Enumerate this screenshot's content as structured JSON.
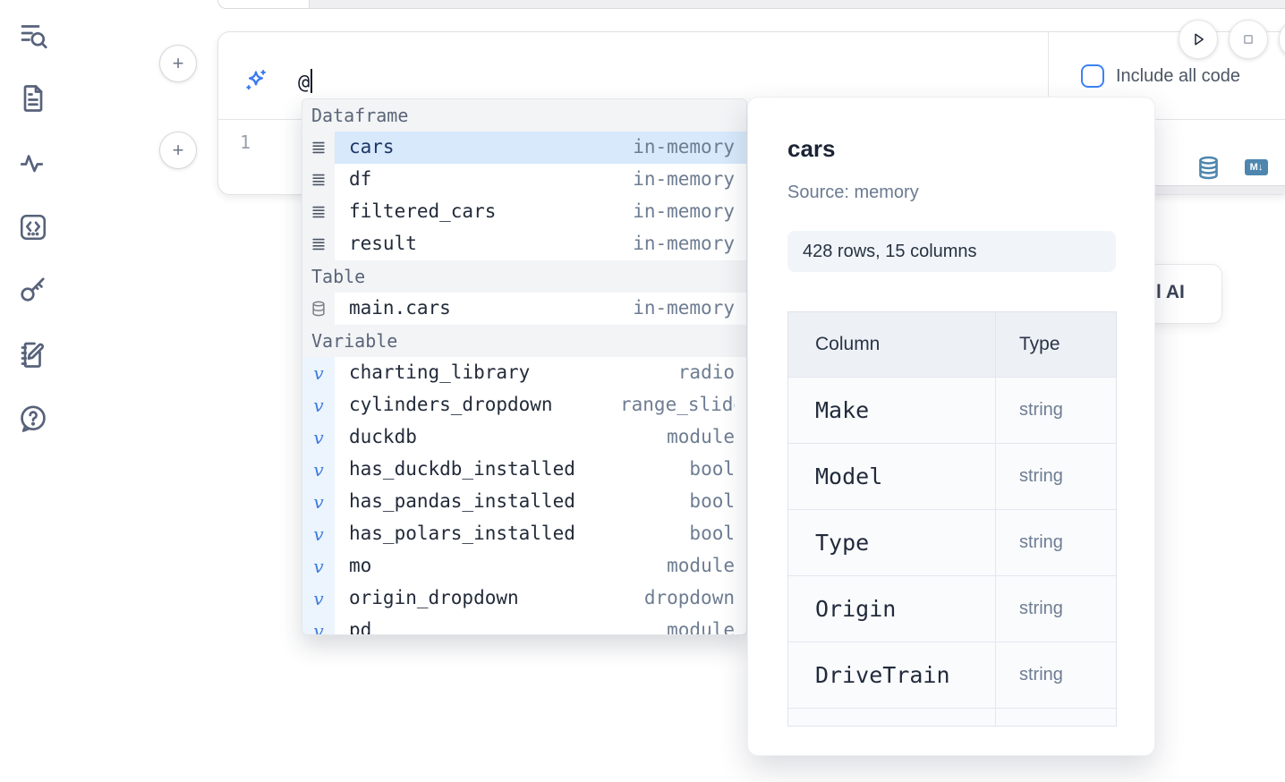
{
  "sidebar": {
    "icons": [
      {
        "name": "list-search-icon"
      },
      {
        "name": "document-icon"
      },
      {
        "name": "activity-icon"
      },
      {
        "name": "code-block-icon"
      },
      {
        "name": "key-icon"
      },
      {
        "name": "scratchpad-edit-icon"
      },
      {
        "name": "help-chat-icon"
      }
    ]
  },
  "run_controls": {
    "play_icon": "play-icon",
    "stop_icon": "stop-icon",
    "partial_icon": "partial-button"
  },
  "ai_cell": {
    "sparkle_icon": "sparkles-icon",
    "prompt_value": "@",
    "include_all_code_label": "Include all code",
    "checkbox_checked": false
  },
  "editor_cell": {
    "line_number": "1",
    "database_icon": "database-icon",
    "markdown_badge": "M↓"
  },
  "partial_ai_button": {
    "visible_label": "l AI"
  },
  "autocomplete": {
    "sections": [
      {
        "label": "Dataframe",
        "items": [
          {
            "icon": "dataframe",
            "name": "cars",
            "type": "in-memory",
            "selected": true
          },
          {
            "icon": "dataframe",
            "name": "df",
            "type": "in-memory",
            "selected": false
          },
          {
            "icon": "dataframe",
            "name": "filtered_cars",
            "type": "in-memory",
            "selected": false
          },
          {
            "icon": "dataframe",
            "name": "result",
            "type": "in-memory",
            "selected": false
          }
        ]
      },
      {
        "label": "Table",
        "items": [
          {
            "icon": "table",
            "name": "main.cars",
            "type": "in-memory",
            "selected": false
          }
        ]
      },
      {
        "label": "Variable",
        "items": [
          {
            "icon": "variable",
            "name": "charting_library",
            "type": "radio",
            "selected": false
          },
          {
            "icon": "variable",
            "name": "cylinders_dropdown",
            "type": "range_slider",
            "selected": false
          },
          {
            "icon": "variable",
            "name": "duckdb",
            "type": "module",
            "selected": false
          },
          {
            "icon": "variable",
            "name": "has_duckdb_installed",
            "type": "bool",
            "selected": false
          },
          {
            "icon": "variable",
            "name": "has_pandas_installed",
            "type": "bool",
            "selected": false
          },
          {
            "icon": "variable",
            "name": "has_polars_installed",
            "type": "bool",
            "selected": false
          },
          {
            "icon": "variable",
            "name": "mo",
            "type": "module",
            "selected": false
          },
          {
            "icon": "variable",
            "name": "origin_dropdown",
            "type": "dropdown",
            "selected": false
          },
          {
            "icon": "variable",
            "name": "pd",
            "type": "module",
            "selected": false
          }
        ]
      }
    ]
  },
  "preview_panel": {
    "title": "cars",
    "source": "Source: memory",
    "shape": "428 rows, 15 columns",
    "table": {
      "headers": [
        "Column",
        "Type"
      ],
      "rows": [
        {
          "column": "Make",
          "type": "string"
        },
        {
          "column": "Model",
          "type": "string"
        },
        {
          "column": "Type",
          "type": "string"
        },
        {
          "column": "Origin",
          "type": "string"
        },
        {
          "column": "DriveTrain",
          "type": "string"
        },
        {
          "column": "",
          "type": ""
        }
      ]
    }
  },
  "colors": {
    "accent": "#3b82f6",
    "steel_blue": "#4e86ae",
    "selected_row": "#d7e9fb"
  }
}
